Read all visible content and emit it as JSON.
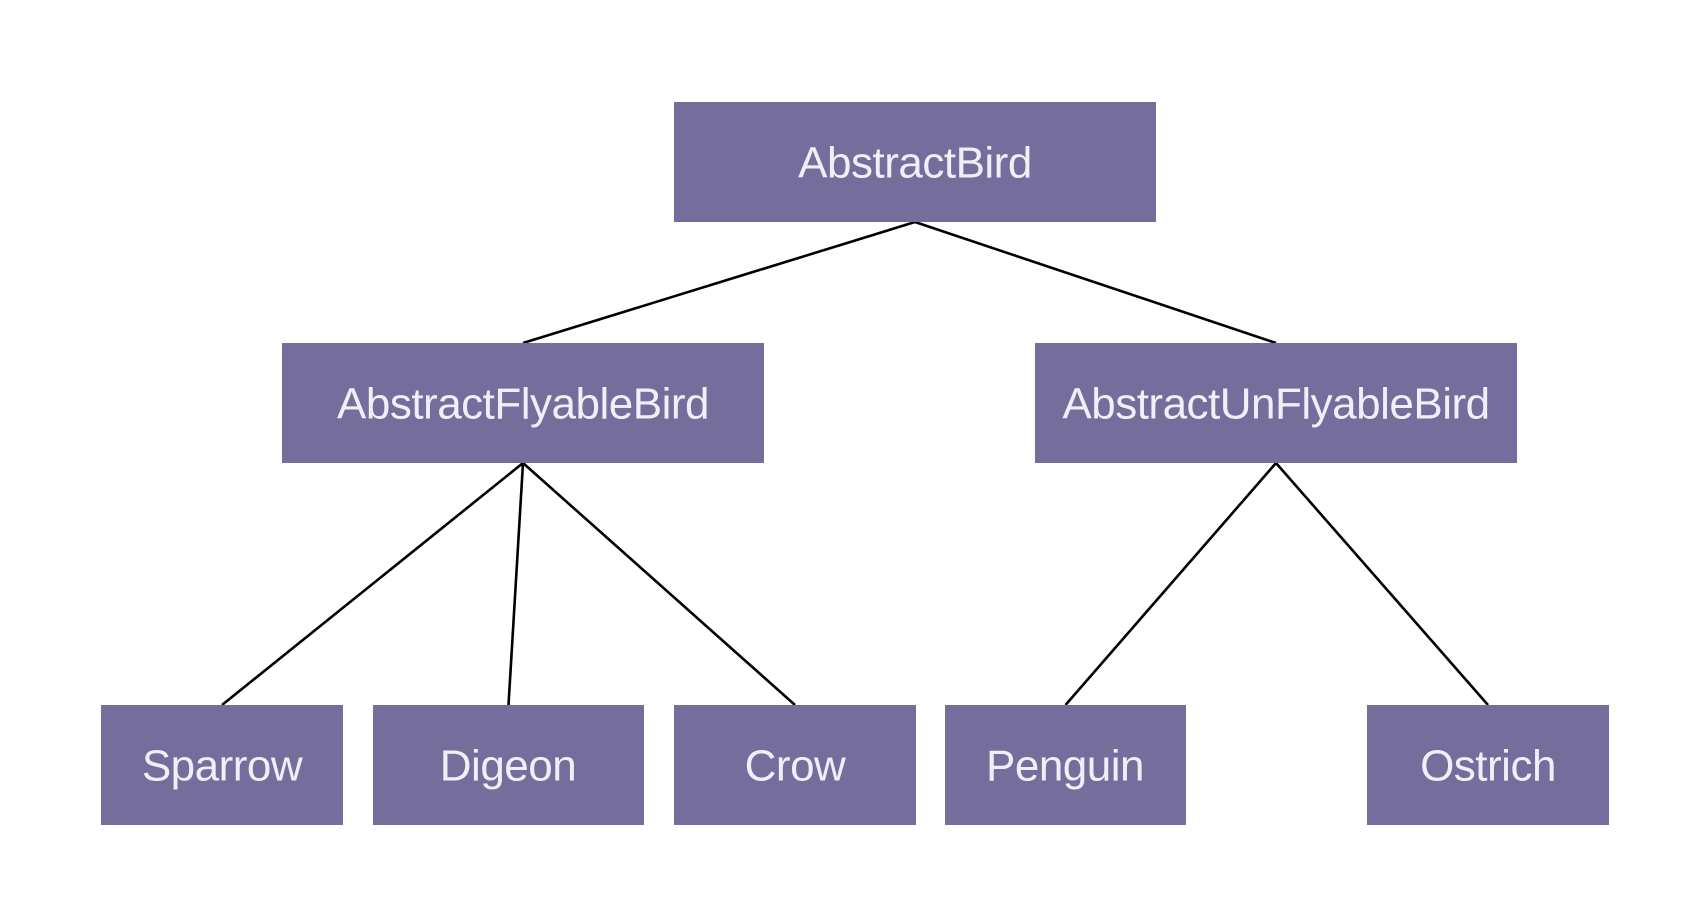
{
  "colors": {
    "node_fill": "#756d9b",
    "node_text": "#f1eef8",
    "edge": "#000000"
  },
  "nodes": {
    "root": "AbstractBird",
    "flyable": "AbstractFlyableBird",
    "unflyable": "AbstractUnFlyableBird",
    "sparrow": "Sparrow",
    "digeon": "Digeon",
    "crow": "Crow",
    "penguin": "Penguin",
    "ostrich": "Ostrich"
  },
  "edges": [
    [
      "root",
      "flyable"
    ],
    [
      "root",
      "unflyable"
    ],
    [
      "flyable",
      "sparrow"
    ],
    [
      "flyable",
      "digeon"
    ],
    [
      "flyable",
      "crow"
    ],
    [
      "unflyable",
      "penguin"
    ],
    [
      "unflyable",
      "ostrich"
    ]
  ]
}
